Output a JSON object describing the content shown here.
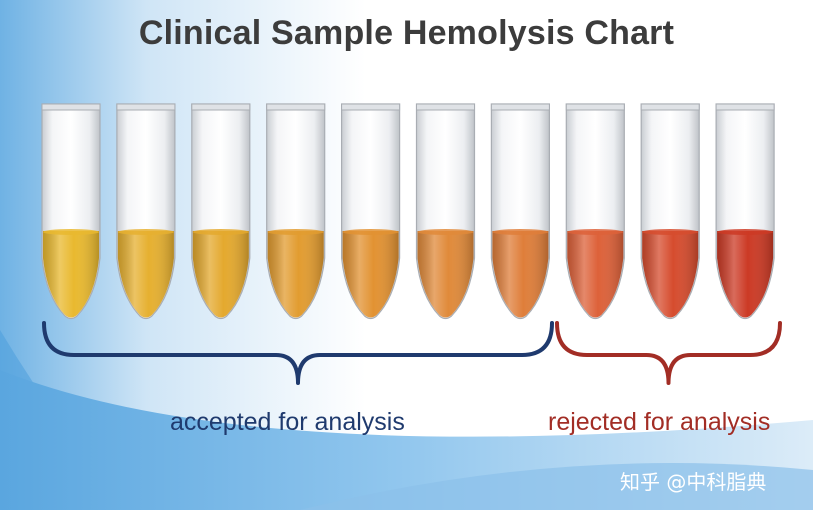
{
  "title": "Clinical Sample Hemolysis Chart",
  "tubes": [
    {
      "fill": "#e9b92f",
      "status": "accepted"
    },
    {
      "fill": "#e6b030",
      "status": "accepted"
    },
    {
      "fill": "#e4a92e",
      "status": "accepted"
    },
    {
      "fill": "#e29c30",
      "status": "accepted"
    },
    {
      "fill": "#e29232",
      "status": "accepted"
    },
    {
      "fill": "#e08a3a",
      "status": "accepted"
    },
    {
      "fill": "#df7e3a",
      "status": "accepted"
    },
    {
      "fill": "#dd6139",
      "status": "rejected"
    },
    {
      "fill": "#d64c2e",
      "status": "rejected"
    },
    {
      "fill": "#cc3a25",
      "status": "rejected"
    }
  ],
  "groups": {
    "accepted": {
      "label": "accepted for analysis",
      "color": "#1f3a6e"
    },
    "rejected": {
      "label": "rejected for analysis",
      "color": "#a22d25"
    }
  },
  "watermark": "知乎 @中科脂典"
}
